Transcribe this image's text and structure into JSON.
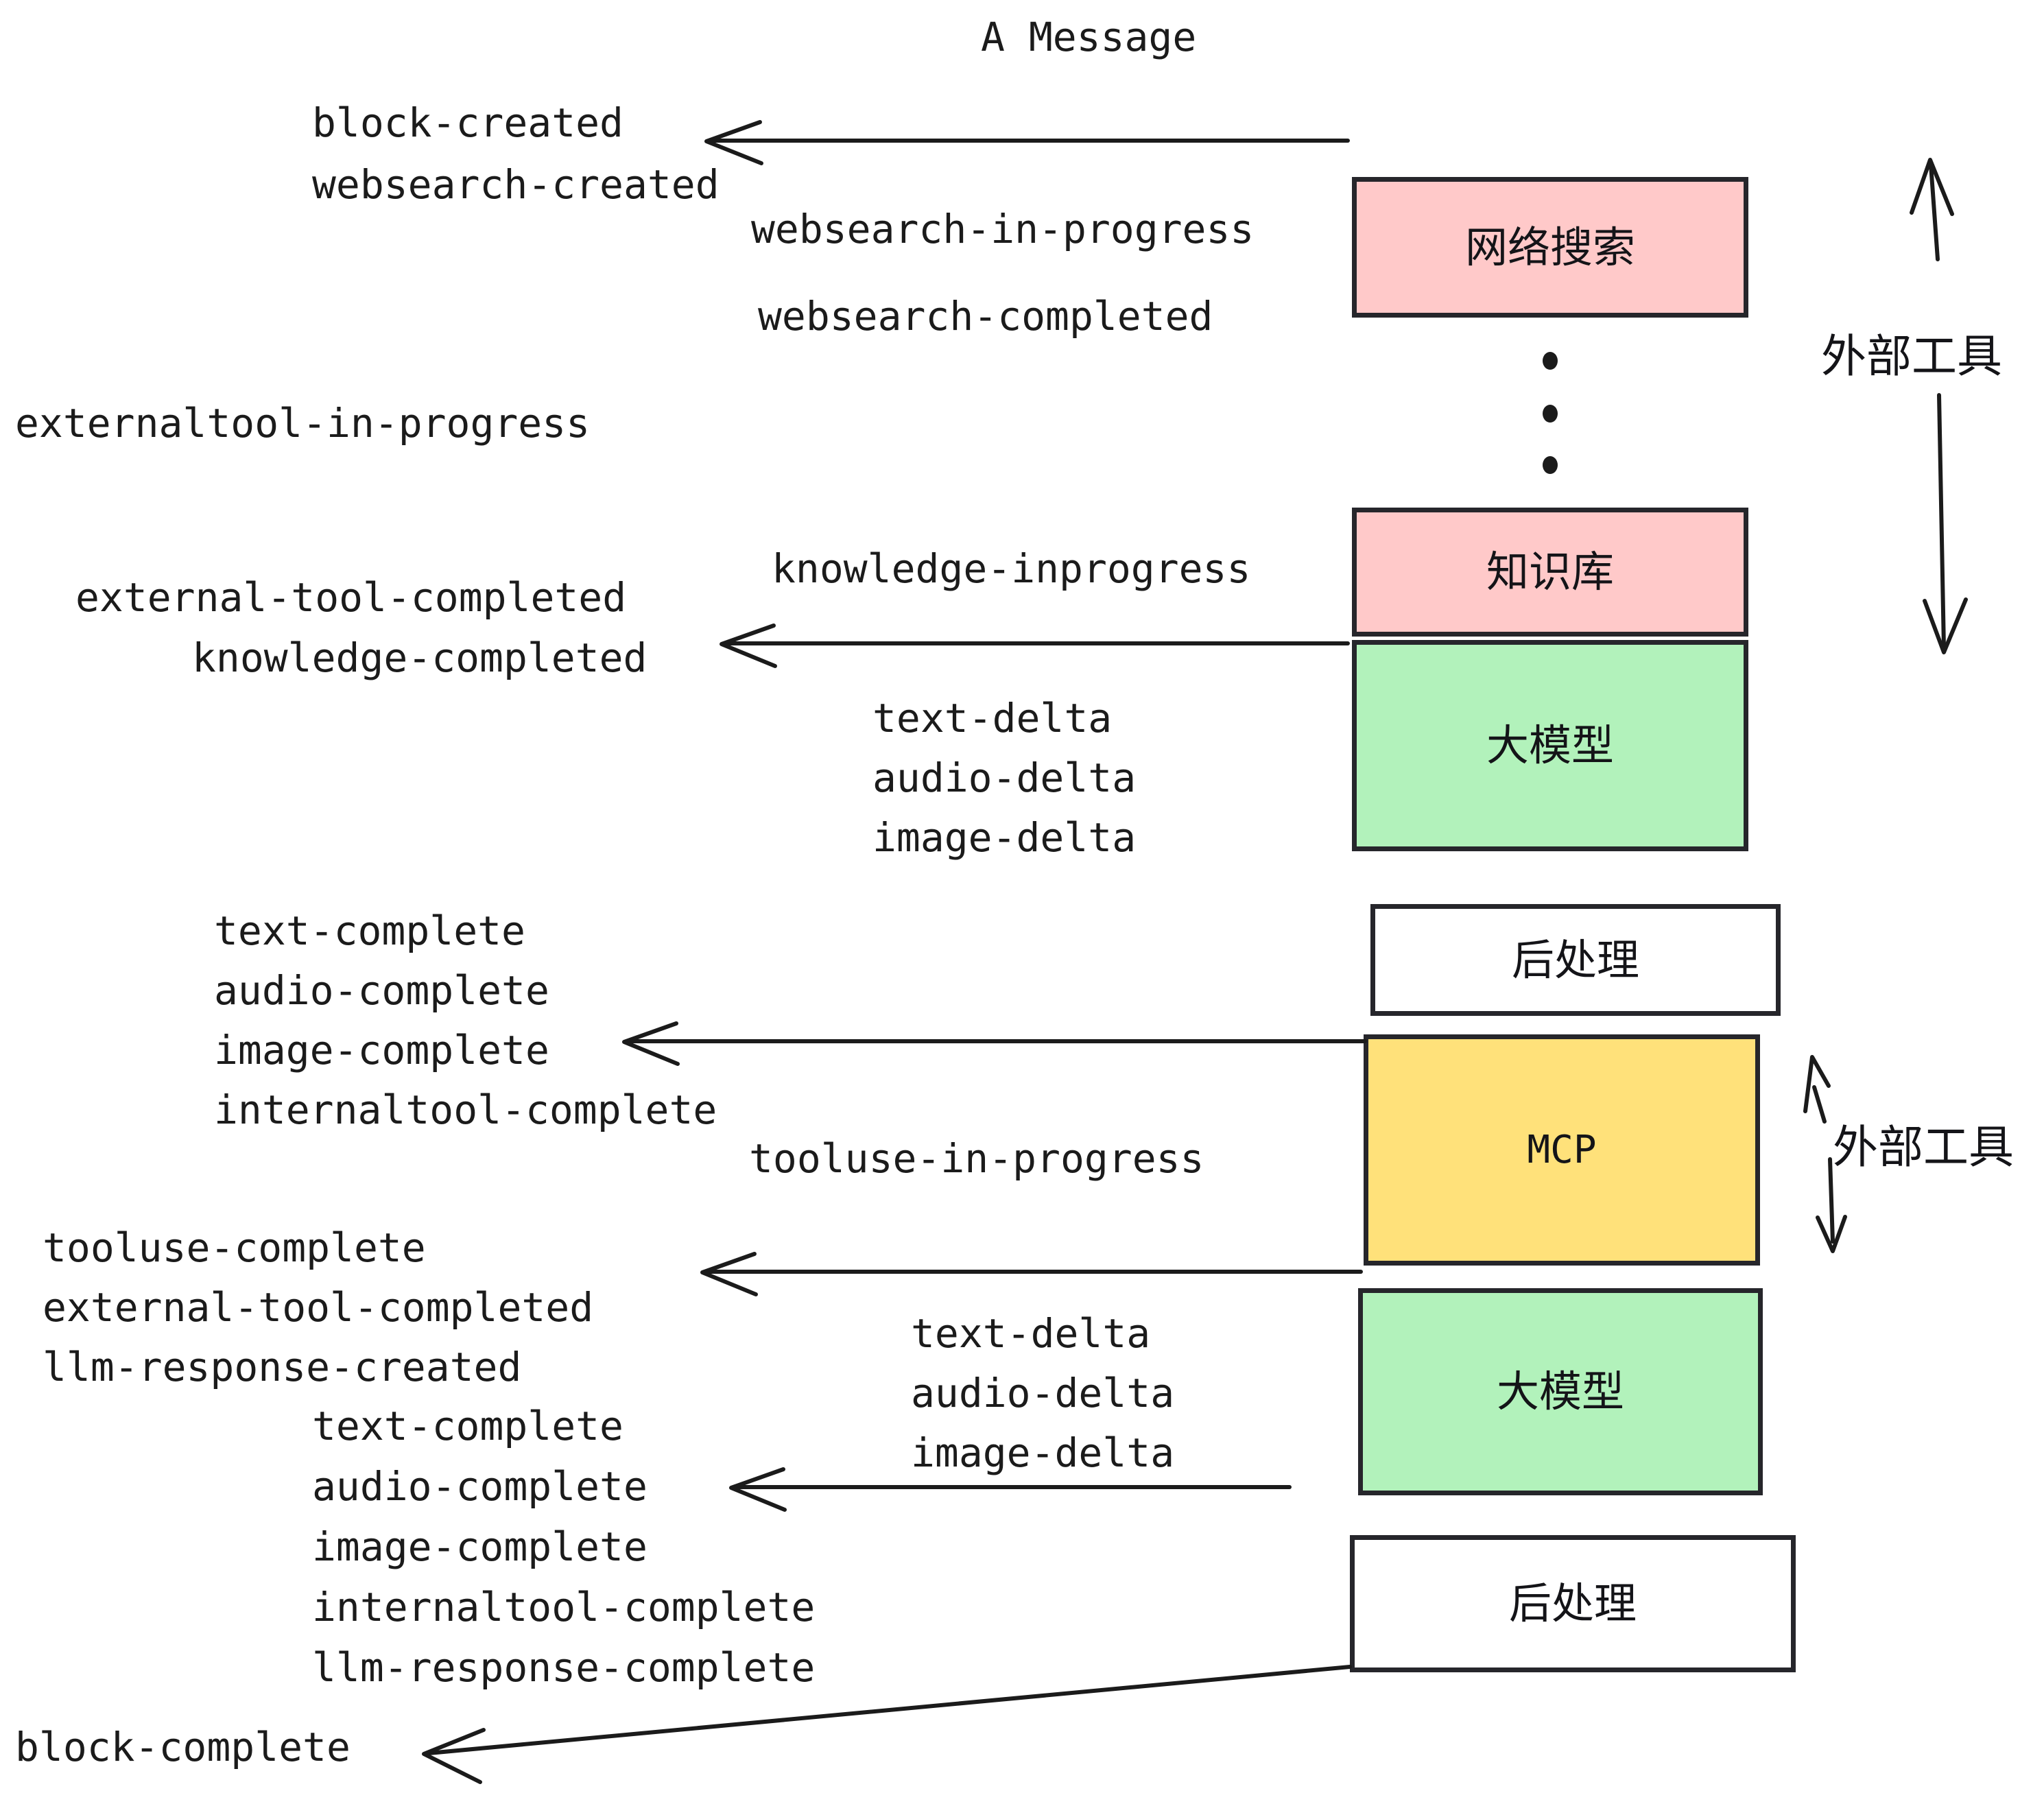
{
  "title": "A Message",
  "colors": {
    "pink": "#ffc9c9",
    "green": "#b2f2bb",
    "yellow": "#ffe17a",
    "plain": "#ffffff",
    "stroke": "#26262b",
    "text": "#1b1b1b"
  },
  "nodes": [
    {
      "id": "websearch",
      "label": "网络搜索",
      "fill": "pink"
    },
    {
      "id": "knowledge",
      "label": "知识库",
      "fill": "pink"
    },
    {
      "id": "llm-1",
      "label": "大模型",
      "fill": "green"
    },
    {
      "id": "postprocess-1",
      "label": "后处理",
      "fill": "plain"
    },
    {
      "id": "mcp",
      "label": "MCP",
      "fill": "yellow"
    },
    {
      "id": "llm-2",
      "label": "大模型",
      "fill": "green"
    },
    {
      "id": "postprocess-2",
      "label": "后处理",
      "fill": "plain"
    }
  ],
  "group_labels": [
    {
      "id": "external-tools-top",
      "label": "外部工具"
    },
    {
      "id": "external-tools-bottom",
      "label": "外部工具"
    }
  ],
  "events": [
    {
      "id": "block-created",
      "label": "block-created"
    },
    {
      "id": "websearch-created",
      "label": "websearch-created"
    },
    {
      "id": "websearch-in-progress",
      "label": "websearch-in-progress"
    },
    {
      "id": "websearch-completed",
      "label": "websearch-completed"
    },
    {
      "id": "externaltool-in-progress",
      "label": "externaltool-in-progress"
    },
    {
      "id": "knowledge-inprogress",
      "label": "knowledge-inprogress"
    },
    {
      "id": "external-tool-completed-1",
      "label": "external-tool-completed"
    },
    {
      "id": "knowledge-completed",
      "label": "knowledge-completed"
    },
    {
      "id": "text-delta-1",
      "label": "text-delta"
    },
    {
      "id": "audio-delta-1",
      "label": "audio-delta"
    },
    {
      "id": "image-delta-1",
      "label": "image-delta"
    },
    {
      "id": "text-complete-1",
      "label": "text-complete"
    },
    {
      "id": "audio-complete-1",
      "label": "audio-complete"
    },
    {
      "id": "image-complete-1",
      "label": "image-complete"
    },
    {
      "id": "internaltool-complete-1",
      "label": "internaltool-complete"
    },
    {
      "id": "tooluse-in-progress",
      "label": "tooluse-in-progress"
    },
    {
      "id": "tooluse-complete",
      "label": "tooluse-complete"
    },
    {
      "id": "external-tool-completed-2",
      "label": "external-tool-completed"
    },
    {
      "id": "llm-response-created",
      "label": "llm-response-created"
    },
    {
      "id": "text-delta-2",
      "label": "text-delta"
    },
    {
      "id": "audio-delta-2",
      "label": "audio-delta"
    },
    {
      "id": "image-delta-2",
      "label": "image-delta"
    },
    {
      "id": "text-complete-2",
      "label": "text-complete"
    },
    {
      "id": "audio-complete-2",
      "label": "audio-complete"
    },
    {
      "id": "image-complete-2",
      "label": "image-complete"
    },
    {
      "id": "internaltool-complete-2",
      "label": "internaltool-complete"
    },
    {
      "id": "llm-response-complete",
      "label": "llm-response-complete"
    },
    {
      "id": "block-complete",
      "label": "block-complete"
    }
  ]
}
